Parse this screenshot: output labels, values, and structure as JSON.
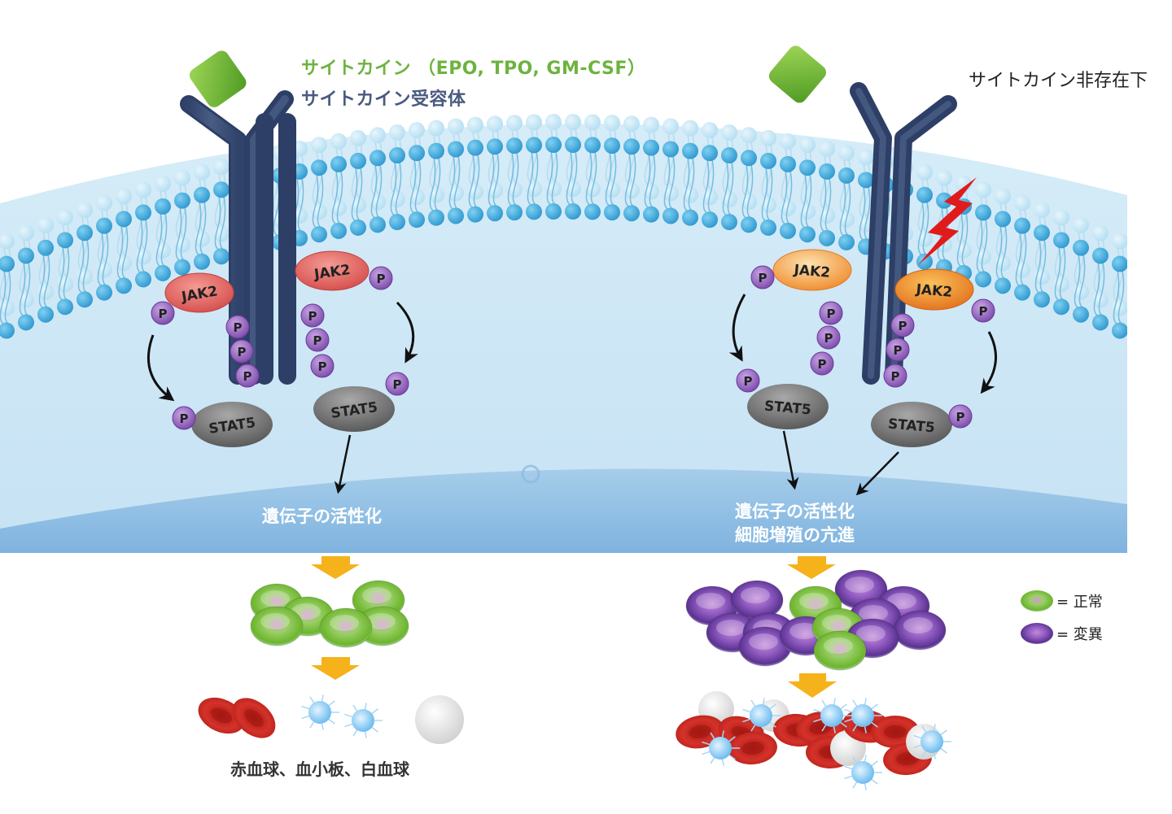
{
  "title": {
    "cytokine": "サイトカイン （EPO, TPO, GM-CSF）",
    "receptor": "サイトカイン受容体",
    "absent": "サイトカイン非存在下"
  },
  "left_panel": {
    "kinase_labels": [
      "JAK2",
      "JAK2"
    ],
    "stat_labels": [
      "STAT5",
      "STAT5"
    ],
    "phospho_label": "P",
    "outcome": "遺伝子の活性化",
    "cells_state": "normal",
    "blood_cells_label": "赤血球、血小板、白血球"
  },
  "right_panel": {
    "kinase_labels": [
      "JAK2",
      "JAK2"
    ],
    "stat_labels": [
      "STAT5",
      "STAT5"
    ],
    "phospho_label": "P",
    "outcome_line1": "遺伝子の活性化",
    "outcome_line2": "細胞増殖の亢進",
    "mutation_marker": "lightning-bolt"
  },
  "legend": {
    "normal": "= 正常",
    "mutant": "= 変異"
  },
  "colors": {
    "cytokine": "#6db33f",
    "receptor": "#4a5a80",
    "jak2_normal": "#e0605e",
    "jak2_mutant": "#f0a040",
    "stat5": "#6e6e6e",
    "phospho": "#8a5ab0",
    "membrane_head": "#3aa5d8",
    "cytoplasm": "#cfe8f6",
    "nucleus": "#8ebde2",
    "mutation": "#e01b1b",
    "flow_arrow": "#f5b21b",
    "normal_cell": "#7ec234",
    "mutant_cell": "#7a4aa8",
    "rbc": "#c8261e",
    "platelet": "#9fd3f5",
    "wbc": "#eeeeee"
  }
}
